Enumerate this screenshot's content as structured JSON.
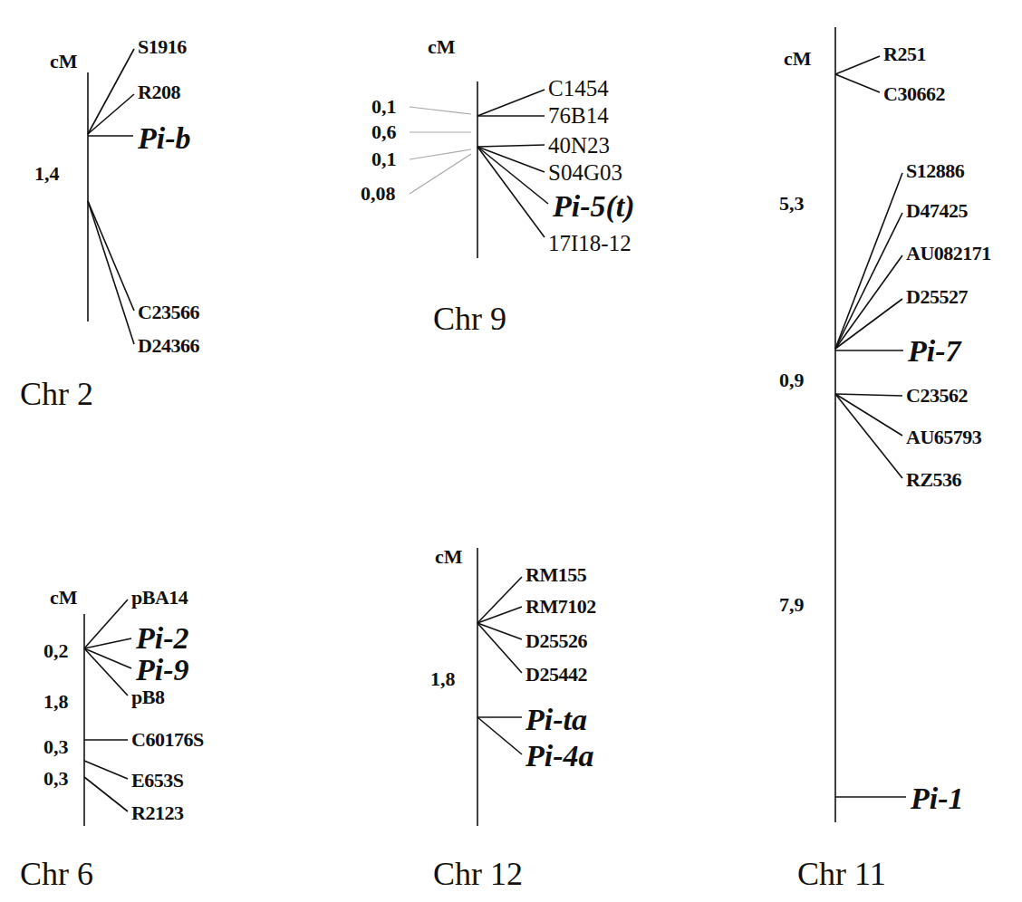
{
  "diagram": {
    "labels": [
      "cM",
      "S1916",
      "R208",
      "Pi-b",
      "1,4",
      "C23566",
      "D24366",
      "Chr 2",
      "cM",
      "0,1",
      "0,6",
      "0,1",
      "0,08",
      "C1454",
      "76B14",
      "40N23",
      "S04G03",
      "Pi-5(t)",
      "17I18-12",
      "Chr 9",
      "cM",
      "R251",
      "C30662",
      "S12886",
      "5,3",
      "D47425",
      "AU082171",
      "D25527",
      "Pi-7",
      "0,9",
      "C23562",
      "AU65793",
      "RZ536",
      "7,9",
      "Pi-1",
      "Chr 11",
      "cM",
      "pBA14",
      "0,2",
      "Pi-2",
      "Pi-9",
      "pB8",
      "1,8",
      "0,3",
      "C60176S",
      "0,3",
      "E653S",
      "R2123",
      "Chr 6",
      "cM",
      "RM155",
      "RM7102",
      "D25526",
      "1,8",
      "D25442",
      "Pi-ta",
      "Pi-4a",
      "Chr 12"
    ]
  }
}
